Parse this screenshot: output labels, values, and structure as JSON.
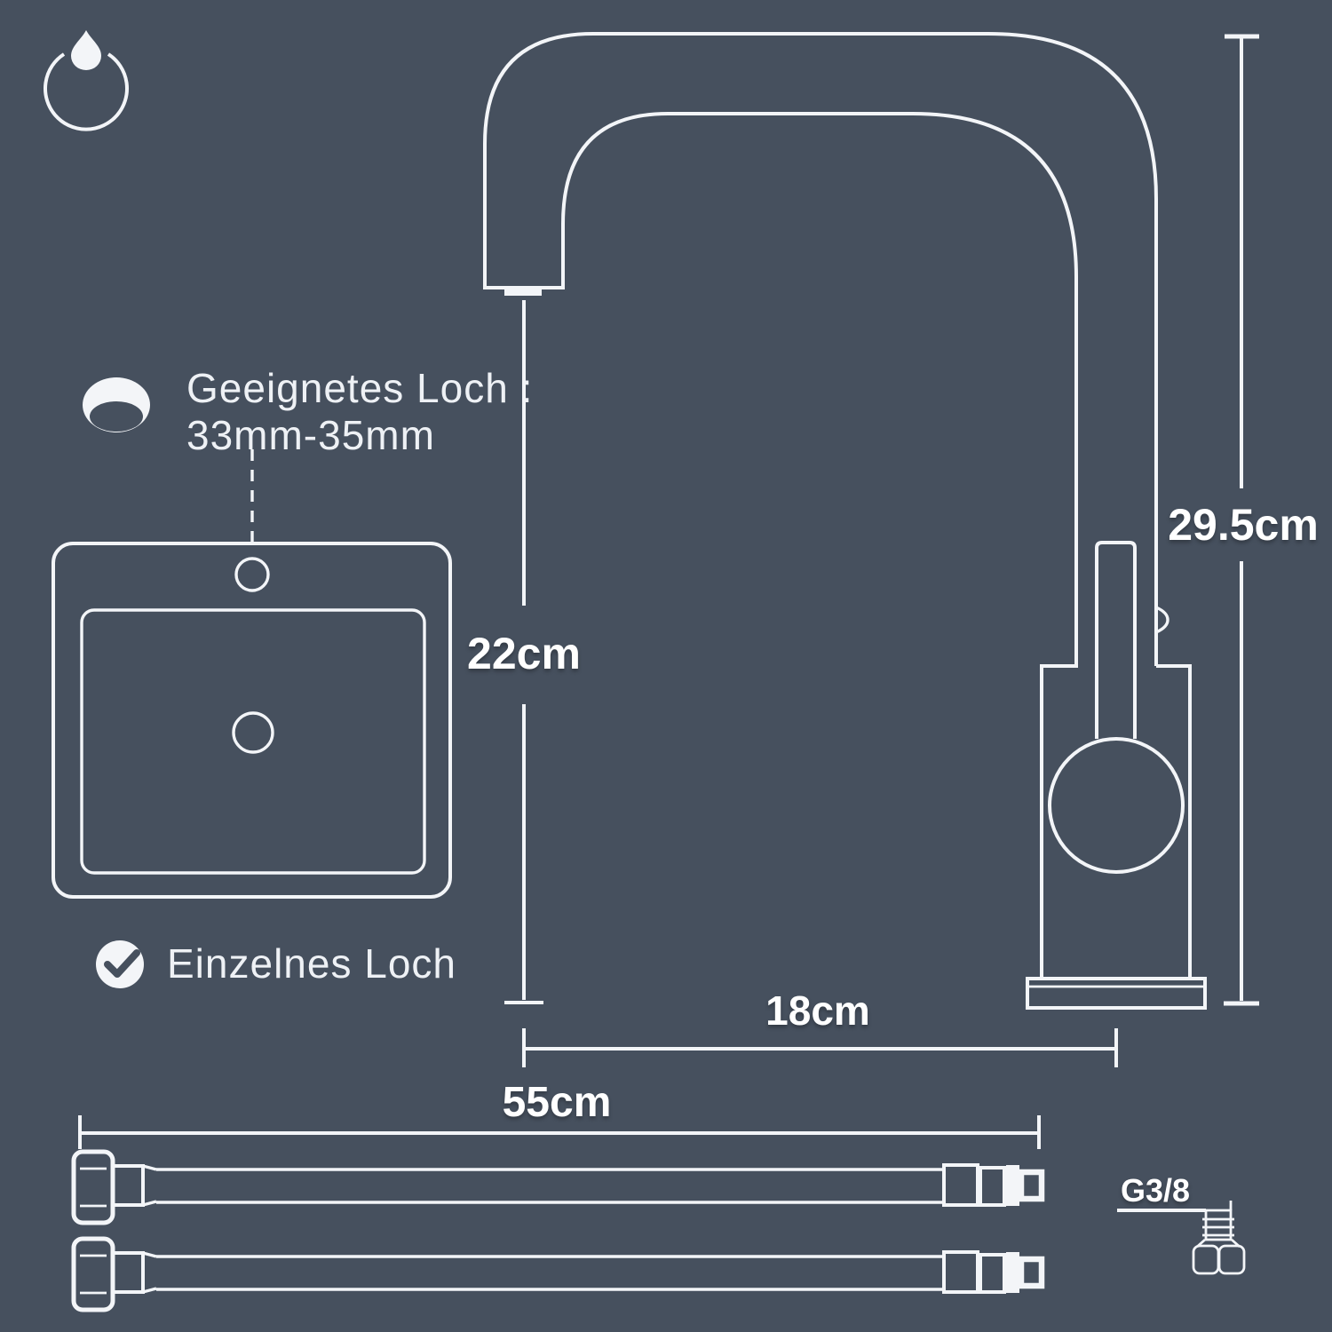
{
  "colors": {
    "background": "#46505e",
    "ink": "#f3f5f8"
  },
  "logo": {
    "icon": "water-drop-power-icon"
  },
  "suitable_hole": {
    "icon": "countertop-hole-icon",
    "line1": "Geeignetes Loch :",
    "line2": "33mm-35mm"
  },
  "single_hole": {
    "icon": "check-icon",
    "label": "Einzelnes Loch"
  },
  "dimensions": {
    "spout_height": "22cm",
    "overall_height": "29.5cm",
    "spout_reach": "18cm",
    "hose_length": "55cm",
    "thread_size": "G3/8"
  }
}
